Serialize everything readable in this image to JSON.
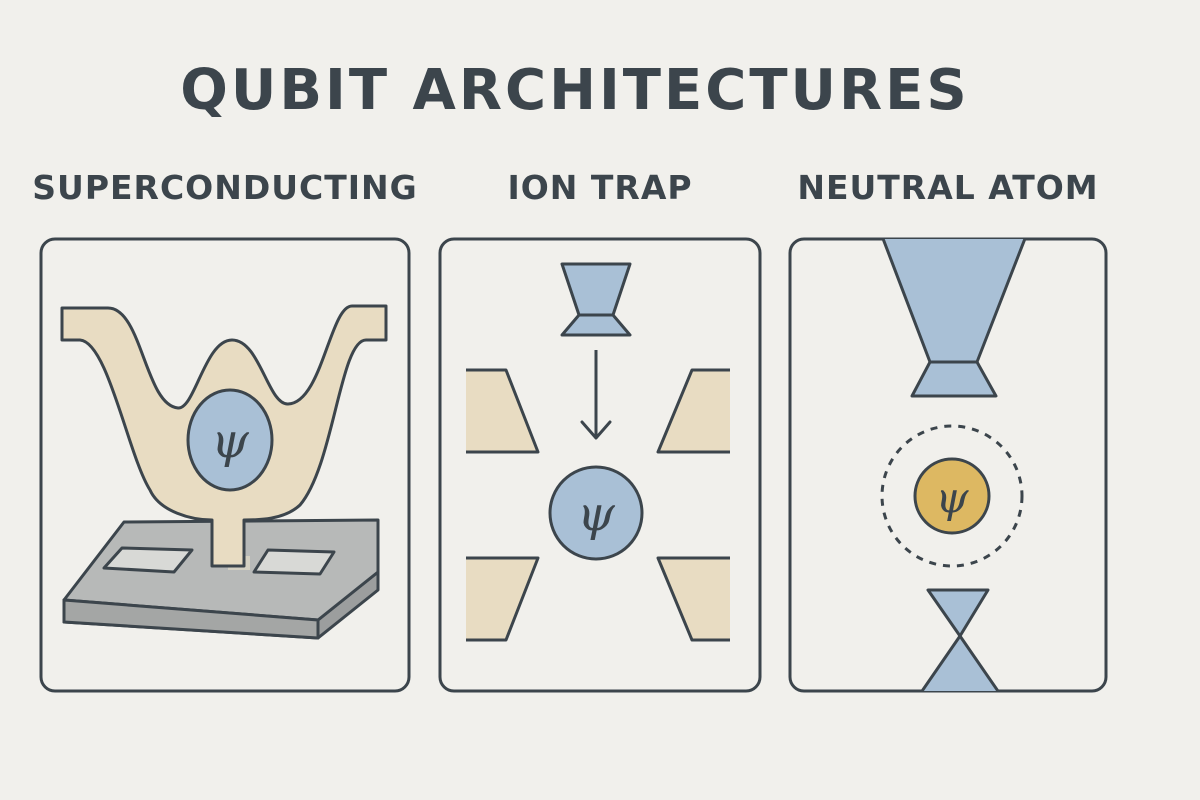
{
  "title": "QUBIT ARCHITECTURES",
  "panels": [
    {
      "label": "SUPERCONDUCTING",
      "symbol": "ψ"
    },
    {
      "label": "ION TRAP",
      "symbol": "ψ"
    },
    {
      "label": "NEUTRAL ATOM",
      "symbol": "ψ"
    }
  ],
  "colors": {
    "background": "#f1f0ec",
    "outline": "#3c454c",
    "beige": "#e8dcc2",
    "blue": "#a9c0d6",
    "gold": "#ddb862",
    "gray": "#b7b9b8"
  }
}
